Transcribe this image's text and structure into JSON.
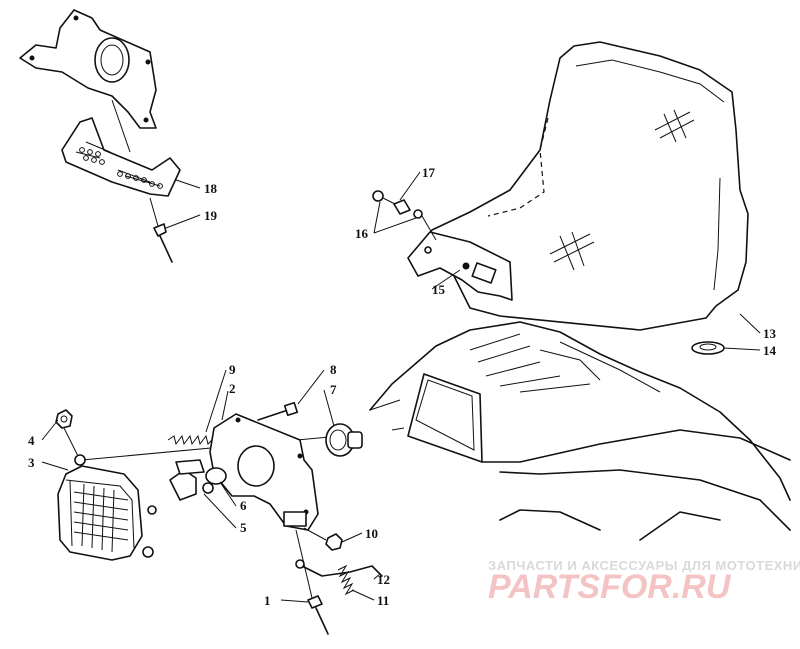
{
  "callouts": [
    {
      "id": "c1",
      "num": "1"
    },
    {
      "id": "c2",
      "num": "2"
    },
    {
      "id": "c3",
      "num": "3"
    },
    {
      "id": "c4",
      "num": "4"
    },
    {
      "id": "c5",
      "num": "5"
    },
    {
      "id": "c6",
      "num": "6"
    },
    {
      "id": "c7",
      "num": "7"
    },
    {
      "id": "c8",
      "num": "8"
    },
    {
      "id": "c9",
      "num": "9"
    },
    {
      "id": "c10",
      "num": "10"
    },
    {
      "id": "c11",
      "num": "11"
    },
    {
      "id": "c12",
      "num": "12"
    },
    {
      "id": "c13",
      "num": "13"
    },
    {
      "id": "c14",
      "num": "14"
    },
    {
      "id": "c15",
      "num": "15"
    },
    {
      "id": "c16",
      "num": "16"
    },
    {
      "id": "c17",
      "num": "17"
    },
    {
      "id": "c18",
      "num": "18"
    },
    {
      "id": "c19",
      "num": "19"
    }
  ],
  "watermark": {
    "tagline": "ЗАПЧАСТИ И АКСЕССУАРЫ ДЛЯ МОТОТЕХНИКИ",
    "logo": "PARTSFOR.RU",
    "color": "#f4c4c4"
  }
}
